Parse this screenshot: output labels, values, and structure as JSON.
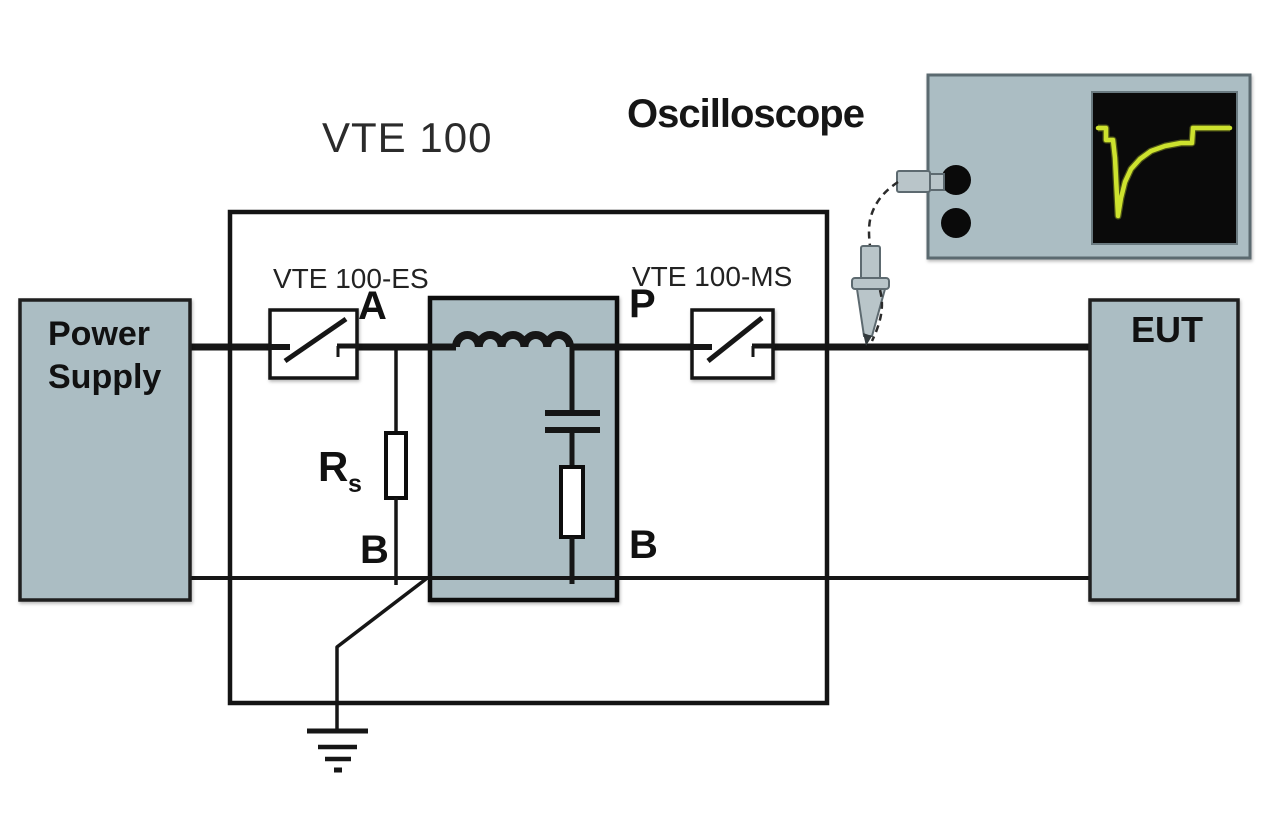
{
  "title": "VTE 100",
  "oscilloscope": {
    "label": "Oscilloscope"
  },
  "power_supply": {
    "label_line1": "Power",
    "label_line2": "Supply"
  },
  "eut": {
    "label": "EUT"
  },
  "vte_unit": {
    "es_switch_label": "VTE 100-ES",
    "ms_switch_label": "VTE 100-MS",
    "node_a": "A",
    "node_p": "P",
    "node_b_left": "B",
    "node_b_right": "B",
    "series_resistor_label": "R",
    "series_resistor_subscript": "s"
  },
  "colors": {
    "box_fill": "#abbdc3",
    "screen_bg": "#0a0a0a",
    "trace": "#cde22e",
    "wire": "#161616"
  }
}
